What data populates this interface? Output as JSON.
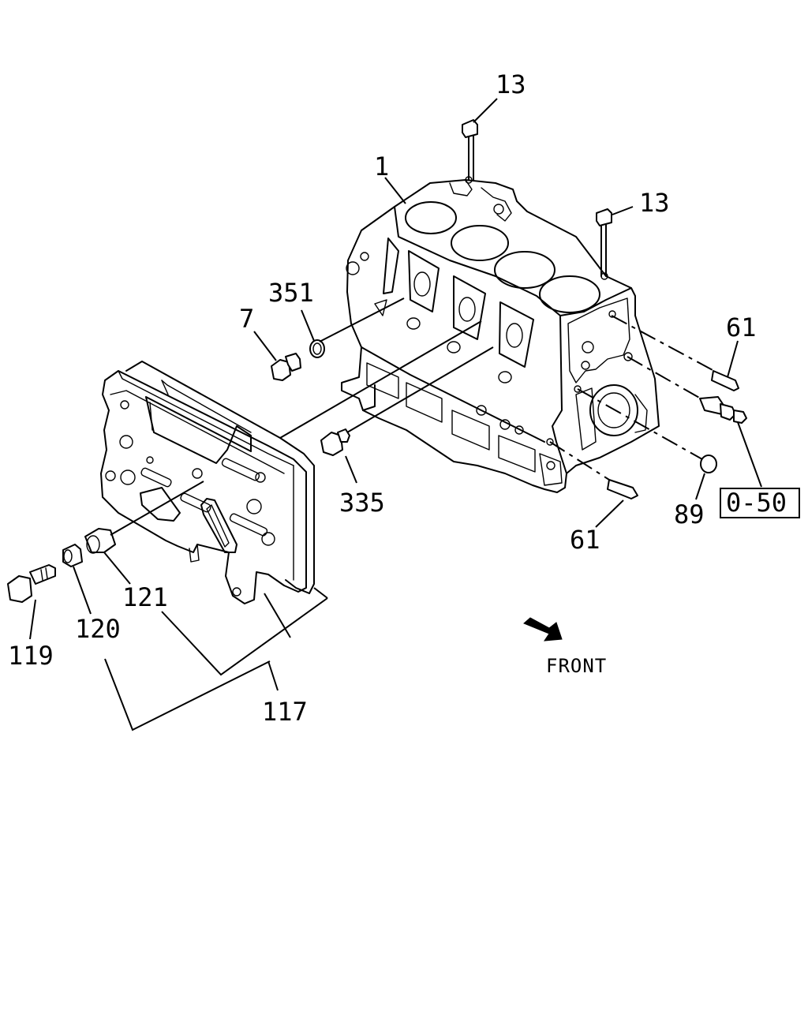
{
  "callouts": {
    "c13_top": "13",
    "c13_right": "13",
    "c1": "1",
    "c351": "351",
    "c7": "7",
    "c61_top": "61",
    "c61_bottom": "61",
    "c335": "335",
    "c89": "89",
    "c0_50": "0-50",
    "c121": "121",
    "c120": "120",
    "c119": "119",
    "c117": "117"
  },
  "orientation": {
    "label": "FRONT",
    "icon": "arrow-icon"
  },
  "colors": {
    "line": "#000000",
    "background": "#ffffff"
  }
}
